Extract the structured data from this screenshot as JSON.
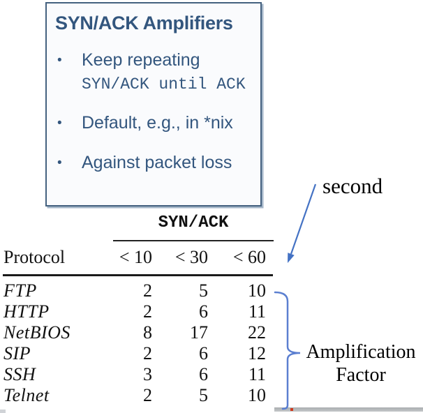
{
  "colors": {
    "box_border": "#44617f",
    "box_text": "#33567e",
    "annotation_blue": "#4472c4",
    "brace_blue": "#5b7fd0",
    "table_text": "#111111",
    "strip_gray": "#b4b7b9"
  },
  "callout": {
    "title": "SYN/ACK Amplifiers",
    "bullet_glyph": "•",
    "bullets": {
      "b1_line1": "Keep repeating",
      "b1_line2": "SYN/ACK until ACK",
      "b2": "Default, e.g., in *nix",
      "b3": "Against packet loss"
    }
  },
  "table": {
    "spanner": "SYN/ACK",
    "headers": [
      "Protocol",
      "< 10",
      "< 30",
      "< 60"
    ],
    "rows": [
      {
        "protocol": "FTP",
        "values": [
          "2",
          "5",
          "10"
        ]
      },
      {
        "protocol": "HTTP",
        "values": [
          "2",
          "6",
          "11"
        ]
      },
      {
        "protocol": "NetBIOS",
        "values": [
          "8",
          "17",
          "22"
        ]
      },
      {
        "protocol": "SIP",
        "values": [
          "2",
          "6",
          "12"
        ]
      },
      {
        "protocol": "SSH",
        "values": [
          "3",
          "6",
          "11"
        ]
      },
      {
        "protocol": "Telnet",
        "values": [
          "2",
          "5",
          "10"
        ]
      }
    ]
  },
  "annotations": {
    "second_label": "second",
    "amplification_line1": "Amplification",
    "amplification_line2": "Factor"
  }
}
